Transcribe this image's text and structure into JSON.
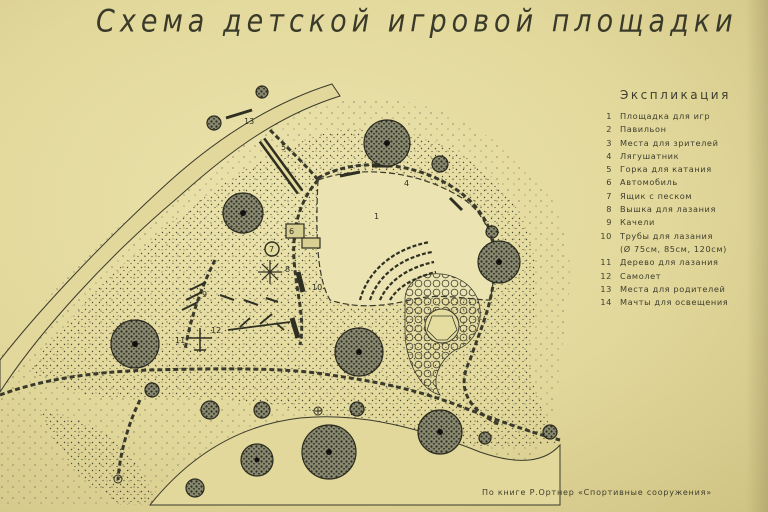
{
  "title": "Схема детской игровой площадки",
  "legend": {
    "heading": "Экспликация",
    "items": [
      {
        "num": "1",
        "label": "Площадка для игр"
      },
      {
        "num": "2",
        "label": "Павильон"
      },
      {
        "num": "3",
        "label": "Места для зрителей"
      },
      {
        "num": "4",
        "label": "Лягушатник"
      },
      {
        "num": "5",
        "label": "Горка для катания"
      },
      {
        "num": "6",
        "label": "Автомобиль"
      },
      {
        "num": "7",
        "label": "Ящик с песком"
      },
      {
        "num": "8",
        "label": "Вышка для лазания"
      },
      {
        "num": "9",
        "label": "Качели"
      },
      {
        "num": "10",
        "label": "Трубы для лазания"
      },
      {
        "num": "",
        "label": "(Ø 75см, 85см, 120см)"
      },
      {
        "num": "11",
        "label": "Дерево для лазания"
      },
      {
        "num": "12",
        "label": "Самолет"
      },
      {
        "num": "13",
        "label": "Места для родителей"
      },
      {
        "num": "14",
        "label": "Мачты для освещения"
      }
    ]
  },
  "plan_labels": {
    "n1": "1",
    "n4": "4",
    "n5": "5",
    "n6": "6",
    "n7": "7",
    "n8": "8",
    "n9": "9",
    "n10": "10",
    "n11": "11",
    "n12": "12",
    "n13": "13"
  },
  "credit": "По книге Р.Ортнер «Спортивные сооружения»",
  "colors": {
    "paper": "#e5dc9f",
    "ink": "#2f2f22"
  }
}
